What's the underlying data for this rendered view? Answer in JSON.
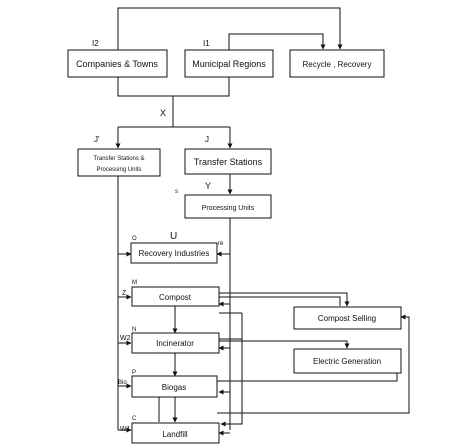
{
  "boxes": {
    "companies": "Companies & Towns",
    "municipal": "Municipal Regions",
    "recycle": "Recycle , Recovery",
    "transfer_processing_line1": "Transfer Stations  &",
    "transfer_processing_line2": "Processing Units",
    "transfer": "Transfer Stations",
    "processing": "Processing Units",
    "recovery": "Recovery Industries",
    "compost": "Compost",
    "compost_selling": "Compost Selling",
    "incinerator": "Incinerator",
    "electric": "Electric Generation",
    "biogas": "Biogas",
    "landfill": "Landfill"
  },
  "labels": {
    "i2": "I2",
    "i1": "I1",
    "x": "X",
    "j_prime": "J'",
    "j": "J",
    "y": "Y",
    "s": "s",
    "u": "U",
    "o": "O",
    "re": "re",
    "m": "M",
    "z": "Z",
    "n": "N",
    "w2": "W2",
    "p": "P",
    "bio": "Bio",
    "c": "C",
    "w1": "W1"
  }
}
